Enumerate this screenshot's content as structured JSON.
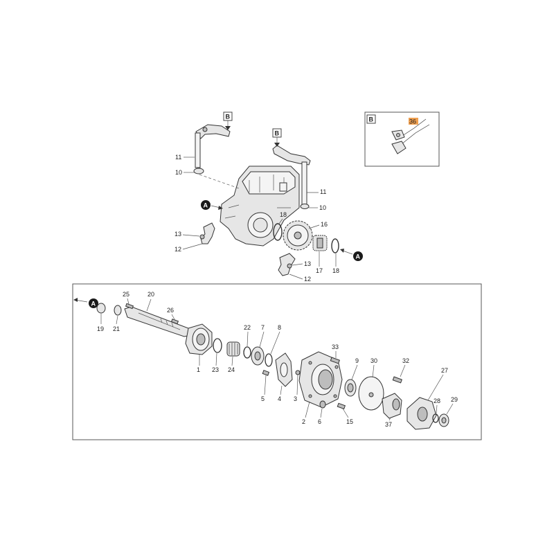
{
  "callouts": {
    "ref_a": "A",
    "ref_b": "B"
  },
  "labels": {
    "p1": "1",
    "p2": "2",
    "p3": "3",
    "p4": "4",
    "p5": "5",
    "p6": "6",
    "p7": "7",
    "p8": "8",
    "p9": "9",
    "p10": "10",
    "p11": "11",
    "p12": "12",
    "p13": "13",
    "p15": "15",
    "p16": "16",
    "p17": "17",
    "p18": "18",
    "p19": "19",
    "p20": "20",
    "p21": "21",
    "p22": "22",
    "p23": "23",
    "p24": "24",
    "p25": "25",
    "p26": "26",
    "p27": "27",
    "p28": "28",
    "p29": "29",
    "p30": "30",
    "p32": "32",
    "p33": "33",
    "p36": "36",
    "p37": "37"
  },
  "colors": {
    "highlight": "#f0a050",
    "line": "#333333"
  }
}
